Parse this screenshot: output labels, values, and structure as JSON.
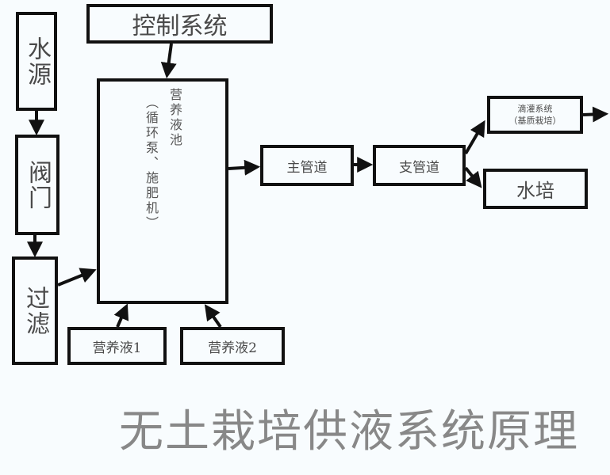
{
  "diagram": {
    "title": "无土栽培供液系统原理",
    "nodes": {
      "water_source": "水源",
      "valve": "阀门",
      "filter": "过滤",
      "control_system": "控制系统",
      "pool_label": "营养液池",
      "pool_sub": "（循环泵、施肥机）",
      "nutrient_1": "营养液1",
      "nutrient_2": "营养液2",
      "main_pipe": "主管道",
      "branch_pipe": "支管道",
      "drip_line1": "滴灌系统",
      "drip_line2": "（基质栽培）",
      "hydroponics": "水培"
    },
    "edges": [
      [
        "水源",
        "阀门"
      ],
      [
        "阀门",
        "过滤"
      ],
      [
        "过滤",
        "营养液池"
      ],
      [
        "控制系统",
        "营养液池"
      ],
      [
        "营养液1",
        "营养液池"
      ],
      [
        "营养液2",
        "营养液池"
      ],
      [
        "营养液池",
        "主管道"
      ],
      [
        "主管道",
        "支管道"
      ],
      [
        "支管道",
        "滴灌系统"
      ],
      [
        "支管道",
        "水培"
      ]
    ],
    "colors": {
      "line": "#111111",
      "text": "#4a4a4a",
      "title": "#888888",
      "background": "#f8fcfe"
    }
  }
}
